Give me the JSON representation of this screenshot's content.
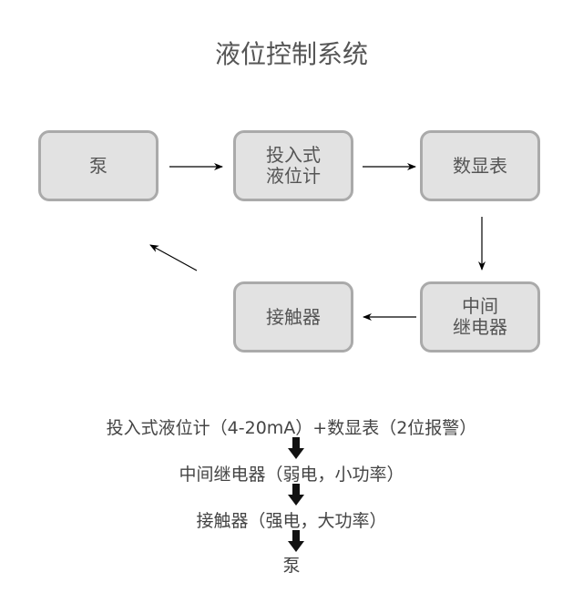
{
  "title": "液位控制系统",
  "boxes": {
    "pump": {
      "lines": [
        "泵"
      ]
    },
    "level_meter": {
      "lines": [
        "投入式",
        "液位计"
      ]
    },
    "display": {
      "lines": [
        "数显表"
      ]
    },
    "relay": {
      "lines": [
        "中间",
        "继电器"
      ]
    },
    "contactor": {
      "lines": [
        "接触器"
      ]
    }
  },
  "flow_steps": [
    "投入式液位计（4-20mA）+数显表（2位报警）",
    "中间继电器（弱电，小功率）",
    "接触器（强电，大功率）",
    "泵"
  ],
  "colors": {
    "box_fill": "#e2e2e2",
    "box_border": "#aaaaaa",
    "text": "#555555",
    "arrow": "#000000"
  }
}
